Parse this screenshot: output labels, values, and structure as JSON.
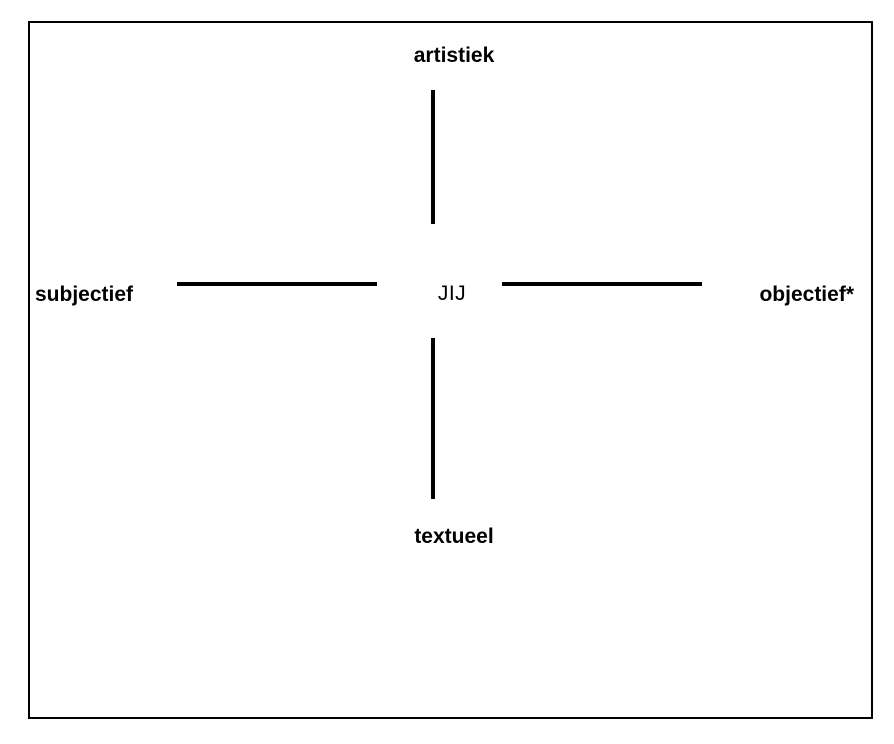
{
  "diagram": {
    "type": "axis-cross",
    "title_visible": false,
    "center": {
      "label": "JIJ",
      "weight": "regular"
    },
    "poles": {
      "top": {
        "label": "artistiek",
        "weight": "bold"
      },
      "bottom": {
        "label": "textueel",
        "weight": "bold"
      },
      "left": {
        "label": "subjectief",
        "weight": "bold"
      },
      "right": {
        "label": "objectief*",
        "weight": "bold"
      }
    },
    "axes": [
      {
        "name": "vertical-axis",
        "from": "textueel",
        "to": "artistiek"
      },
      {
        "name": "horizontal-axis",
        "from": "subjectief",
        "to": "objectief*"
      }
    ],
    "colors": {
      "line": "#000000",
      "text": "#000000",
      "background": "#ffffff",
      "border": "#000000"
    }
  }
}
